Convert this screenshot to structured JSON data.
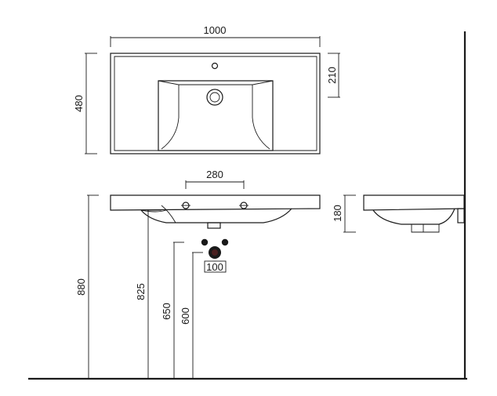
{
  "drawing": {
    "top_view": {
      "width_label": "1000",
      "depth_label": "480",
      "faucet_offset_label": "210"
    },
    "front_view": {
      "faucet_holes_spacing_label": "280",
      "total_height_label": "880",
      "basin_drain_height_label": "825",
      "supply_height_label": "650",
      "waste_height_label": "600",
      "waste_spacing_label": "100"
    },
    "side_view": {
      "thickness_label": "180"
    }
  }
}
